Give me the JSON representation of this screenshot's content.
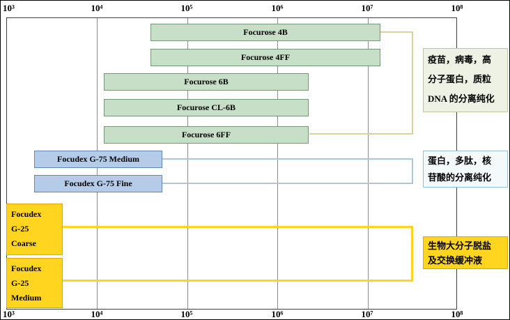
{
  "colors": {
    "green_fill": "#c7dec7",
    "green_border": "#6f9a6f",
    "blue_fill": "#b4cce8",
    "blue_border": "#5f86b8",
    "yellow_fill": "#ffd520",
    "yellow_border": "#dfa700",
    "tan_line": "#d8d1a2",
    "blue_line": "#a9c8dc",
    "yellow_line": "#ffd520",
    "annotation1_fill": "#eef2e4",
    "annotation1_border": "#bcc79b",
    "annotation2_fill": "#f4f9fc",
    "annotation2_border": "#96bed9",
    "grid_line": "#8c8c8c",
    "plot_border": "#404040"
  },
  "chart_data": {
    "type": "range_bar",
    "title": "",
    "x_axis": {
      "scale": "log",
      "min": 1000,
      "max": 100000000,
      "tick_labels": [
        "10³",
        "10⁴",
        "10⁵",
        "10⁶",
        "10⁷",
        "10⁸"
      ]
    },
    "series": [
      {
        "name": "Focurose 4B",
        "range": [
          60000,
          15000000
        ],
        "color_group": "green"
      },
      {
        "name": "Focurose 4FF",
        "range": [
          60000,
          15000000
        ],
        "color_group": "green"
      },
      {
        "name": "Focurose 6B",
        "range": [
          10000,
          4000000
        ],
        "color_group": "green"
      },
      {
        "name": "Focurose CL-6B",
        "range": [
          10000,
          4000000
        ],
        "color_group": "green"
      },
      {
        "name": "Focurose 6FF",
        "range": [
          10000,
          4000000
        ],
        "color_group": "green"
      },
      {
        "name": "Focudex G-75 Medium",
        "range": [
          2000,
          50000
        ],
        "color_group": "blue"
      },
      {
        "name": "Focudex G-75 Fine",
        "range": [
          2000,
          50000
        ],
        "color_group": "blue"
      },
      {
        "name": "Focudex G-25 Coarse",
        "range": [
          1000,
          5000
        ],
        "color_group": "yellow",
        "label_multiline": "Focudex\nG-25\nCoarse"
      },
      {
        "name": "Focudex G-25 Medium",
        "range": [
          1000,
          5000
        ],
        "color_group": "yellow",
        "label_multiline": "Focudex\nG-25\nMedium"
      }
    ],
    "annotations": [
      {
        "text": "疫苗，病毒，高\n分子蛋白，质粒\nDNA 的分离纯化",
        "applies_to": "Focurose 4B – Focurose 6FF"
      },
      {
        "text": "蛋白，多肽，核\n苷酸的分离纯化",
        "applies_to": "Focudex G-75"
      },
      {
        "text": "生物大分子脱盐\n及交换缓冲液",
        "applies_to": "Focudex G-25"
      }
    ],
    "legend_position": "none",
    "grid": "vertical-only"
  }
}
